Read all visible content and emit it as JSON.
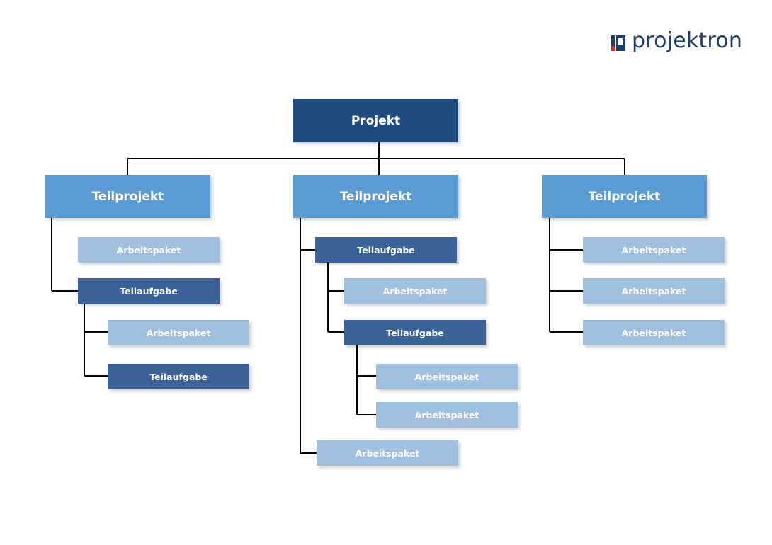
{
  "logo": {
    "text": "projektron"
  },
  "colors": {
    "project": "#214a80",
    "subproject": "#5b9bd5",
    "subtask": "#3a6298",
    "work_package": "#9fbfe1",
    "connector": "#000000"
  },
  "root": {
    "label": "Projekt"
  },
  "subprojects": [
    {
      "label": "Teilprojekt",
      "items": [
        {
          "label": "Arbeitspaket"
        },
        {
          "label": "Teilaufgabe",
          "children": [
            {
              "label": "Arbeitspaket"
            },
            {
              "label": "Teilaufgabe"
            }
          ]
        }
      ]
    },
    {
      "label": "Teilprojekt",
      "items": [
        {
          "label": "Teilaufgabe",
          "children": [
            {
              "label": "Arbeitspaket"
            },
            {
              "label": "Teilaufgabe",
              "children": [
                {
                  "label": "Arbeitspaket"
                },
                {
                  "label": "Arbeitspaket"
                }
              ]
            }
          ]
        },
        {
          "label": "Arbeitspaket"
        }
      ]
    },
    {
      "label": "Teilprojekt",
      "items": [
        {
          "label": "Arbeitspaket"
        },
        {
          "label": "Arbeitspaket"
        },
        {
          "label": "Arbeitspaket"
        }
      ]
    }
  ]
}
